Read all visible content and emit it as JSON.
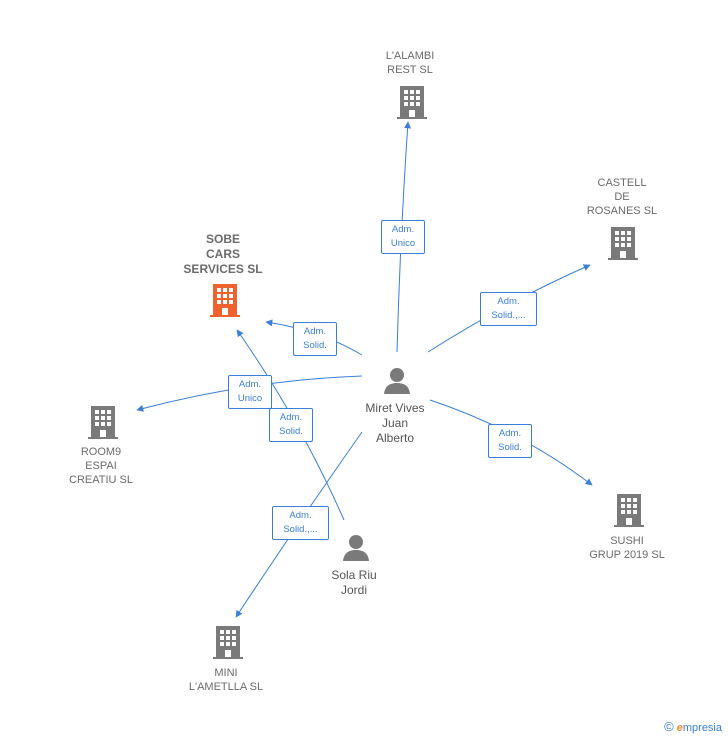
{
  "companies": {
    "alambi": "L'ALAMBI\nREST  SL",
    "castell": "CASTELL\nDE\nROSANES SL",
    "sobe": "SOBE\nCARS\nSERVICES  SL",
    "room9": "ROOM9\nESPAI\nCREATIU  SL",
    "sushi": "SUSHI\nGRUP 2019  SL",
    "mini": "MINI\nL'AMETLLA  SL"
  },
  "persons": {
    "miret": "Miret Vives\nJuan\nAlberto",
    "sola": "Sola Riu\nJordi"
  },
  "relations": {
    "alambi": "Adm.\nUnico",
    "castell": "Adm.\nSolid.,...",
    "sobe_miret": "Adm.\nSolid.",
    "room9": "Adm.\nUnico",
    "sobe_sola": "Adm.\nSolid.",
    "sushi": "Adm.\nSolid.",
    "mini": "Adm.\nSolid.,..."
  },
  "colors": {
    "line": "#3a7fd5",
    "icon": "#7a7a7a",
    "highlight": "#f0622d"
  },
  "icons": {
    "company": "building-icon",
    "person": "person-icon"
  },
  "brand": {
    "copyright": "©",
    "initial": "e",
    "name": "mpresia"
  }
}
